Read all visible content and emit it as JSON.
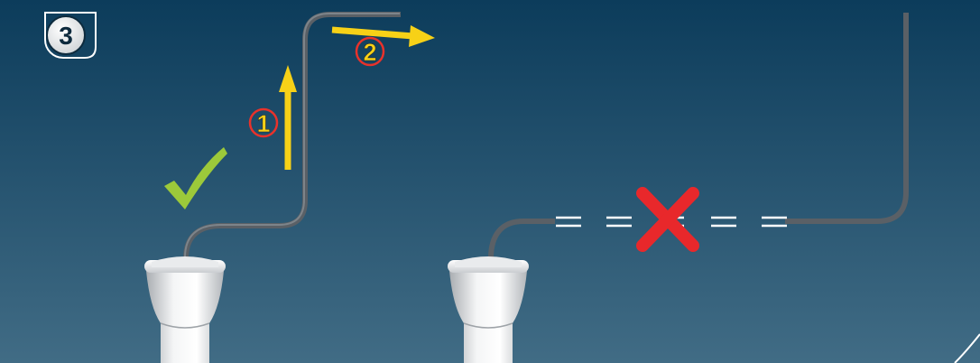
{
  "panel": {
    "step_badge": "3",
    "colors": {
      "background_top": "#0c3c5b",
      "background_bottom": "#416c85",
      "pipe": "#5a6066",
      "arrow": "#f7d117",
      "marker_ring": "#e8322b",
      "check": "#9cc93a",
      "cross": "#e8282b",
      "gap_dash": "#ffffff",
      "frame_line": "#ffffff"
    },
    "correct_example": {
      "status_icon": "check-mark-icon",
      "steps": [
        {
          "label": "1",
          "direction": "up"
        },
        {
          "label": "2",
          "direction": "horizontal-slight-fall"
        }
      ]
    },
    "incorrect_example": {
      "status_icon": "cross-mark-icon"
    }
  }
}
